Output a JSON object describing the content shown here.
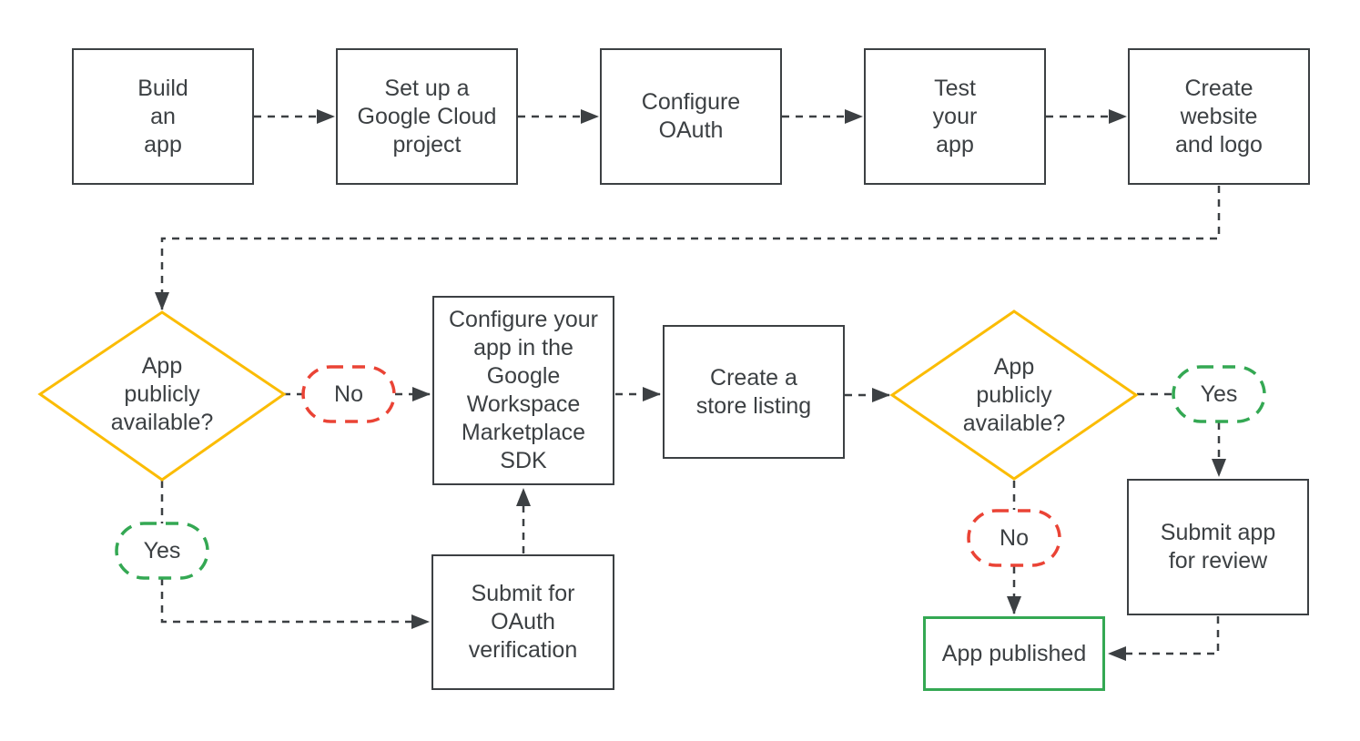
{
  "colors": {
    "outline": "#3c4043",
    "text": "#3c4043",
    "decision_border": "#fbbc04",
    "no_border": "#ea4335",
    "yes_border": "#34a853",
    "published_border": "#34a853",
    "background": "#ffffff"
  },
  "flowchart": {
    "nodes": {
      "build_app": {
        "lines": [
          "Build",
          "an",
          "app"
        ]
      },
      "setup_project": {
        "lines": [
          "Set up a",
          "Google Cloud",
          "project"
        ]
      },
      "configure_oauth": {
        "lines": [
          "Configure",
          "OAuth"
        ]
      },
      "test_app": {
        "lines": [
          "Test",
          "your",
          "app"
        ]
      },
      "create_website": {
        "lines": [
          "Create",
          "website",
          "and logo"
        ]
      },
      "decision_left": {
        "lines": [
          "App",
          "publicly",
          "available?"
        ]
      },
      "marketplace_sdk": {
        "lines": [
          "Configure your",
          "app in the",
          "Google",
          "Workspace",
          "Marketplace",
          "SDK"
        ]
      },
      "store_listing": {
        "lines": [
          "Create a",
          "store listing"
        ]
      },
      "decision_right": {
        "lines": [
          "App",
          "publicly",
          "available?"
        ]
      },
      "oauth_verification": {
        "lines": [
          "Submit for",
          "OAuth",
          "verification"
        ]
      },
      "submit_review": {
        "lines": [
          "Submit app",
          "for review"
        ]
      },
      "app_published": {
        "lines": [
          "App published"
        ]
      }
    },
    "branch_labels": {
      "no_left": "No",
      "yes_left": "Yes",
      "yes_right": "Yes",
      "no_right": "No"
    }
  }
}
